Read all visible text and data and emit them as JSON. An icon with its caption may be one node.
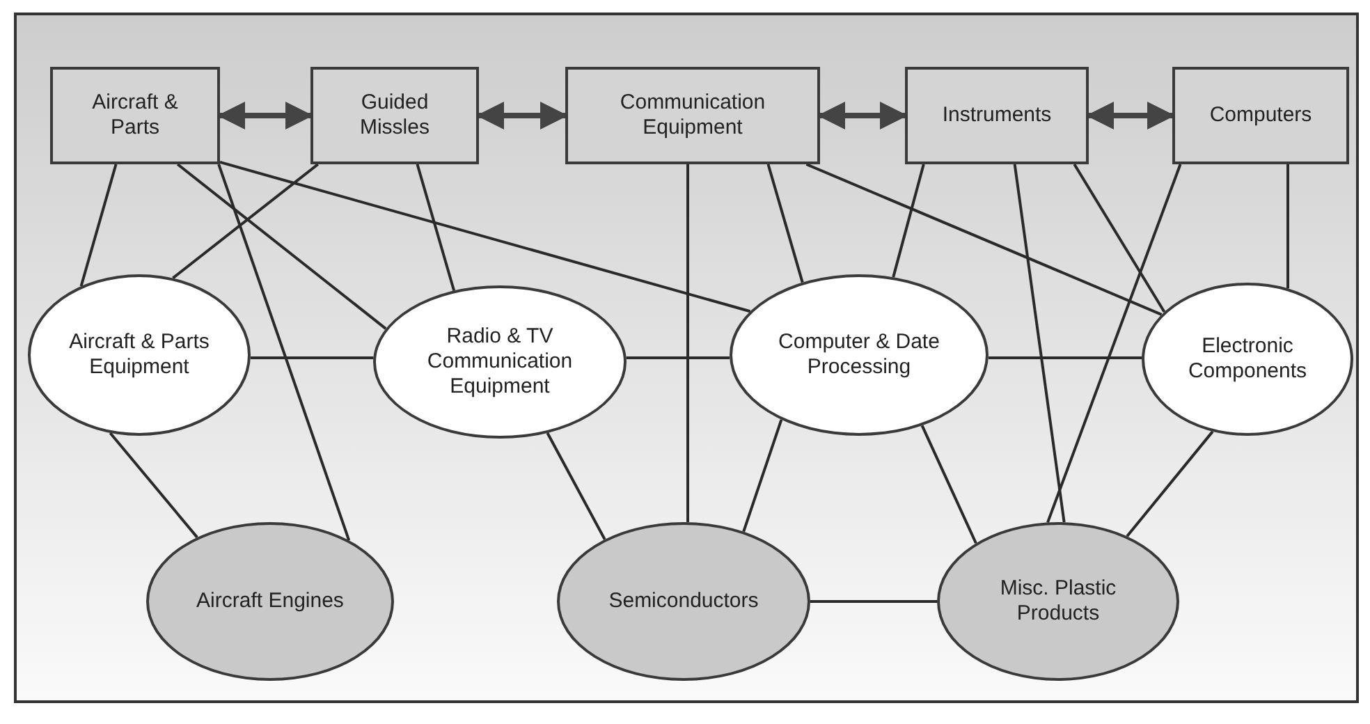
{
  "diagram": {
    "nodes": [
      {
        "text": [
          "Aircraft & Parts"
        ]
      },
      {
        "text": [
          "Guided Missles"
        ]
      },
      {
        "text": [
          "Communication Equipment"
        ]
      },
      {
        "text": [
          "Instruments"
        ]
      },
      {
        "text": [
          "Computers"
        ]
      },
      {
        "text": [
          "Aircraft & Parts Equipment"
        ]
      },
      {
        "text": [
          "Radio & TV Communication Equipment"
        ]
      },
      {
        "text": [
          "Computer & Date Processing"
        ]
      },
      {
        "text": [
          "Electronic Components"
        ]
      },
      {
        "text": [
          "Aircraft Engines"
        ]
      },
      {
        "text": [
          "Semiconductors"
        ]
      },
      {
        "text": [
          "Misc. Plastic Products"
        ]
      }
    ],
    "edges": [
      {
        "from": 0,
        "to": 1,
        "arrow": "both",
        "style": "thick"
      },
      {
        "from": 1,
        "to": 2,
        "arrow": "both",
        "style": "thick"
      },
      {
        "from": 2,
        "to": 3,
        "arrow": "both",
        "style": "thick"
      },
      {
        "from": 3,
        "to": 4,
        "arrow": "both",
        "style": "thick"
      },
      {
        "from": 0,
        "to": 5,
        "arrow": "none"
      },
      {
        "from": 0,
        "to": 6,
        "arrow": "none"
      },
      {
        "from": 0,
        "to": 7,
        "arrow": "none"
      },
      {
        "from": 0,
        "to": 9,
        "arrow": "none"
      },
      {
        "from": 1,
        "to": 5,
        "arrow": "none"
      },
      {
        "from": 1,
        "to": 6,
        "arrow": "none"
      },
      {
        "from": 2,
        "to": 10,
        "arrow": "none"
      },
      {
        "from": 2,
        "to": 7,
        "arrow": "none"
      },
      {
        "from": 2,
        "to": 8,
        "arrow": "none"
      },
      {
        "from": 3,
        "to": 7,
        "arrow": "none"
      },
      {
        "from": 3,
        "to": 11,
        "arrow": "none"
      },
      {
        "from": 3,
        "to": 8,
        "arrow": "none"
      },
      {
        "from": 4,
        "to": 11,
        "arrow": "none"
      },
      {
        "from": 4,
        "to": 8,
        "arrow": "none"
      },
      {
        "from": 5,
        "to": 6,
        "arrow": "none"
      },
      {
        "from": 6,
        "to": 7,
        "arrow": "none"
      },
      {
        "from": 7,
        "to": 8,
        "arrow": "none"
      },
      {
        "from": 5,
        "to": 9,
        "arrow": "none"
      },
      {
        "from": 6,
        "to": 10,
        "arrow": "none"
      },
      {
        "from": 7,
        "to": 10,
        "arrow": "none"
      },
      {
        "from": 7,
        "to": 11,
        "arrow": "none"
      },
      {
        "from": 8,
        "to": 11,
        "arrow": "none"
      },
      {
        "from": 10,
        "to": 11,
        "arrow": "none"
      }
    ]
  }
}
